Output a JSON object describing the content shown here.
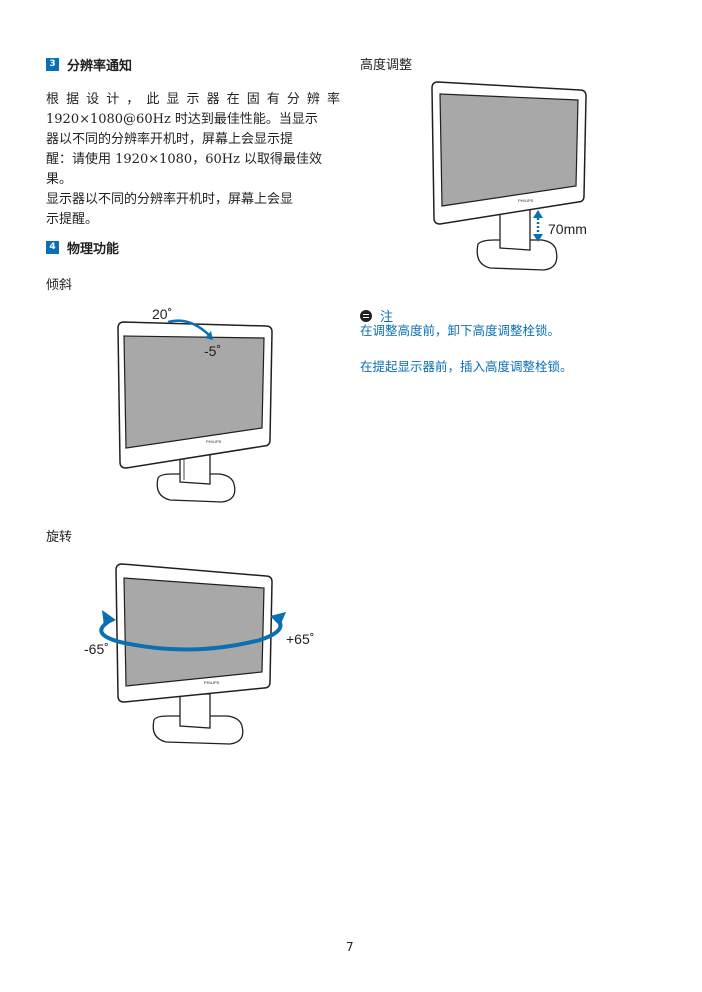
{
  "section3": {
    "number": "3",
    "title": "分辨率通知"
  },
  "section3_body": {
    "line1": "根 据 设 计 ， 此 显 示 器 在 固 有 分 辨 率",
    "line2": "1920×1080@60Hz 时达到最佳性能。当显示",
    "line3": "器以不同的分辨率开机时，屏幕上会显示提",
    "line4": "醒：请使用 1920×1080，60Hz 以取得最佳效",
    "line5": "果。",
    "line6": "显示器以不同的分辨率开机时，屏幕上会显",
    "line7": "示提醒。"
  },
  "section4": {
    "number": "4",
    "title": "物理功能"
  },
  "tilt": {
    "label": "倾斜",
    "up": "20˚",
    "down": "-5˚"
  },
  "swivel": {
    "label": "旋转",
    "left": "-65˚",
    "right": "+65˚"
  },
  "height": {
    "label": "高度调整",
    "amount": "70mm"
  },
  "brand": "PHILIPS",
  "note": {
    "title": "注",
    "line1": "在调整高度前，卸下高度调整栓锁。",
    "line2": "在提起显示器前，插入高度调整栓锁。"
  },
  "page_number": "7",
  "colors": {
    "accent": "#0a6fb3",
    "screen": "#a8a8a8",
    "bezel": "#ffffff",
    "outline": "#231f20"
  }
}
